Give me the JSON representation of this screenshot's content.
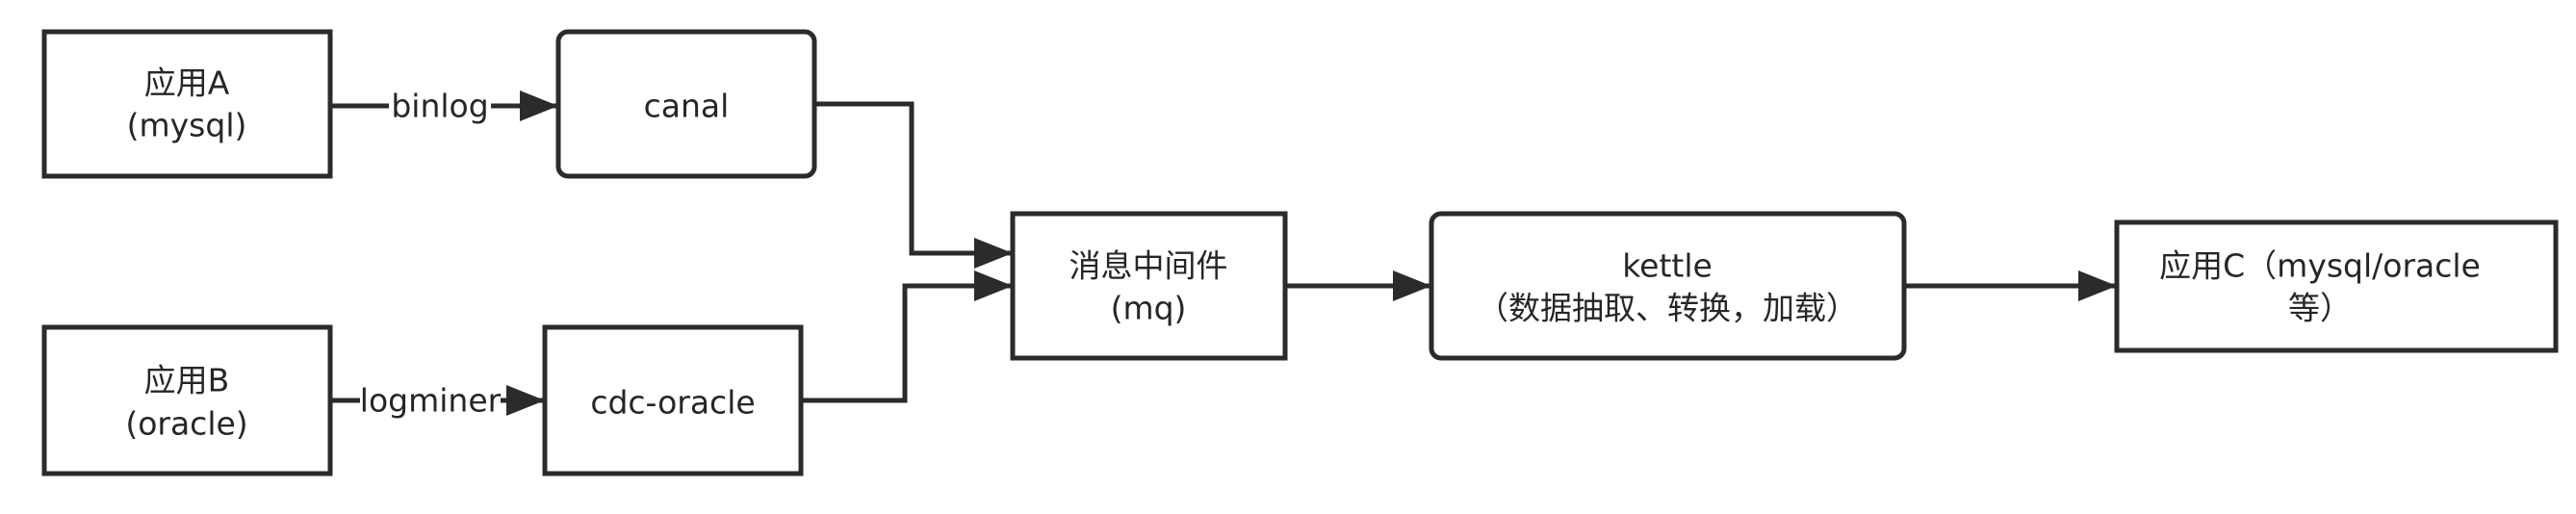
{
  "nodes": {
    "app_a": {
      "line1": "应用A",
      "line2": "(mysql)"
    },
    "canal": {
      "line1": "canal"
    },
    "app_b": {
      "line1": "应用B",
      "line2": "(oracle)"
    },
    "cdc_oracle": {
      "line1": "cdc-oracle"
    },
    "mq": {
      "line1": "消息中间件",
      "line2": "(mq)"
    },
    "kettle": {
      "line1": "kettle",
      "line2": "（数据抽取、转换，加载）"
    },
    "app_c": {
      "line1": "应用C（mysql/oracle",
      "line2": "等）"
    }
  },
  "edges": {
    "a_to_canal": {
      "label": "binlog"
    },
    "b_to_cdc": {
      "label": "logminer"
    }
  },
  "colors": {
    "stroke": "#2b2b2b",
    "text": "#262626",
    "background": "#ffffff"
  }
}
